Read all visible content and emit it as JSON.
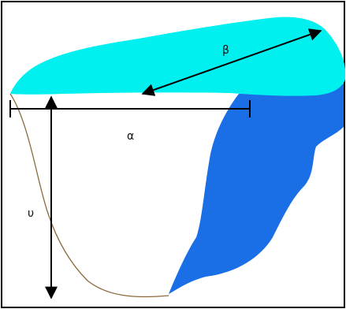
{
  "labels": {
    "alpha": "α",
    "beta": "β",
    "upsilon": "υ"
  },
  "colors": {
    "cap": "#00f0f0",
    "side": "#1a6fe6",
    "outline": "#8b6a3e",
    "arrow": "#000000",
    "border": "#000000"
  }
}
